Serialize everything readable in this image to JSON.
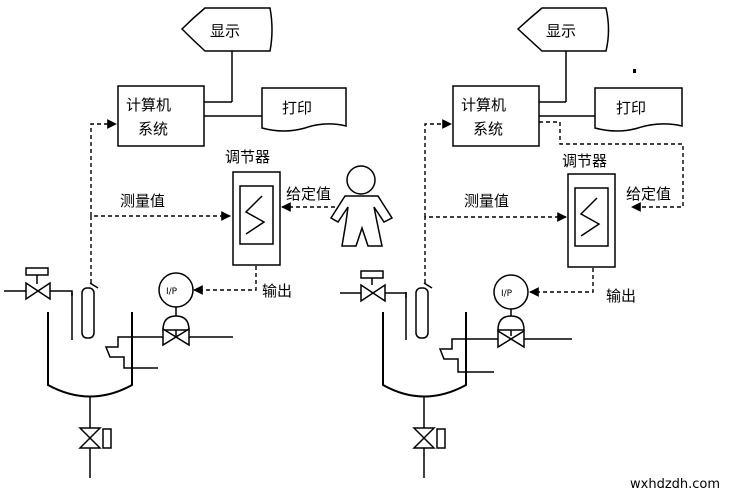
{
  "labels": {
    "display": "显示",
    "computer": [
      "计算机",
      "系统"
    ],
    "print": "打印",
    "controller": "调节器",
    "setpoint": "给定值",
    "measured": "测量值",
    "output": "输出",
    "converter": "I/P"
  },
  "watermark": "wxhdzdh.com"
}
